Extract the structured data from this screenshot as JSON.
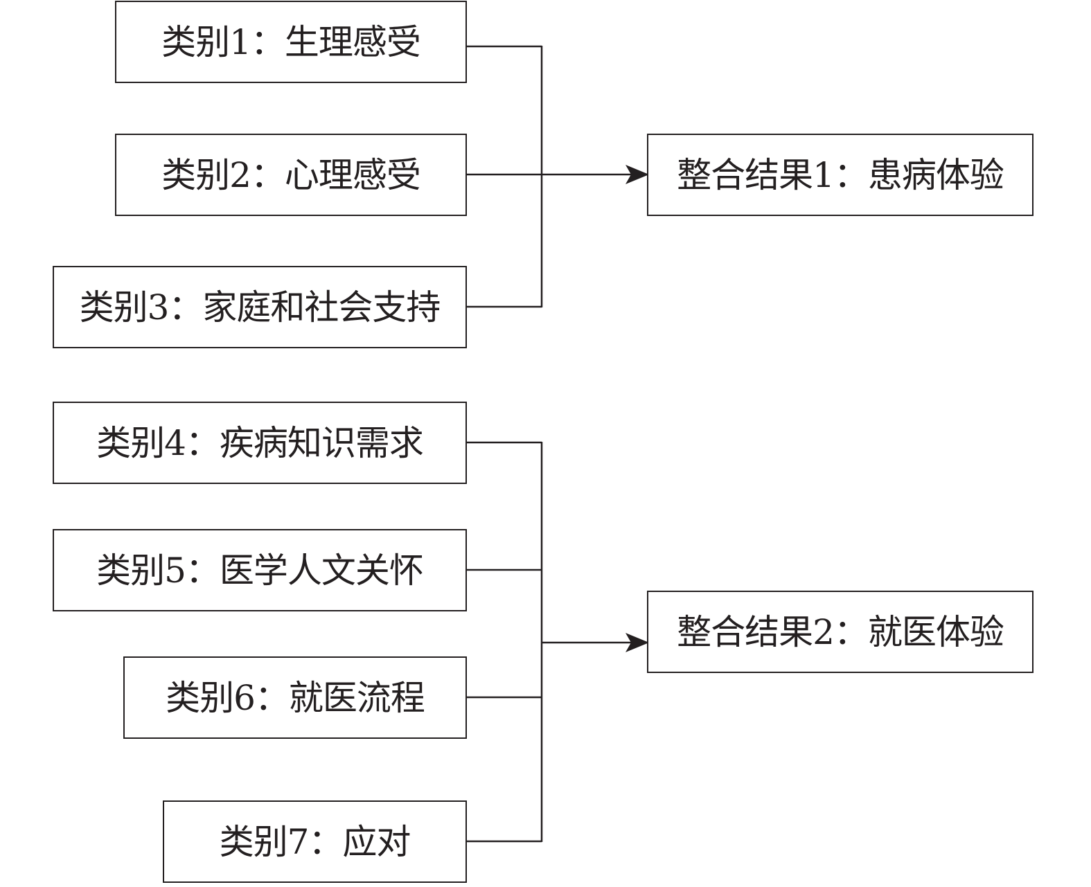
{
  "categories": [
    {
      "label": "类别1：生理感受"
    },
    {
      "label": "类别2：心理感受"
    },
    {
      "label": "类别3：家庭和社会支持"
    },
    {
      "label": "类别4：疾病知识需求"
    },
    {
      "label": "类别5：医学人文关怀"
    },
    {
      "label": "类别6：就医流程"
    },
    {
      "label": "类别7：应对"
    }
  ],
  "results": [
    {
      "label": "整合结果1：患病体验"
    },
    {
      "label": "整合结果2：就医体验"
    }
  ],
  "colors": {
    "stroke": "#231f20",
    "background": "#ffffff"
  }
}
